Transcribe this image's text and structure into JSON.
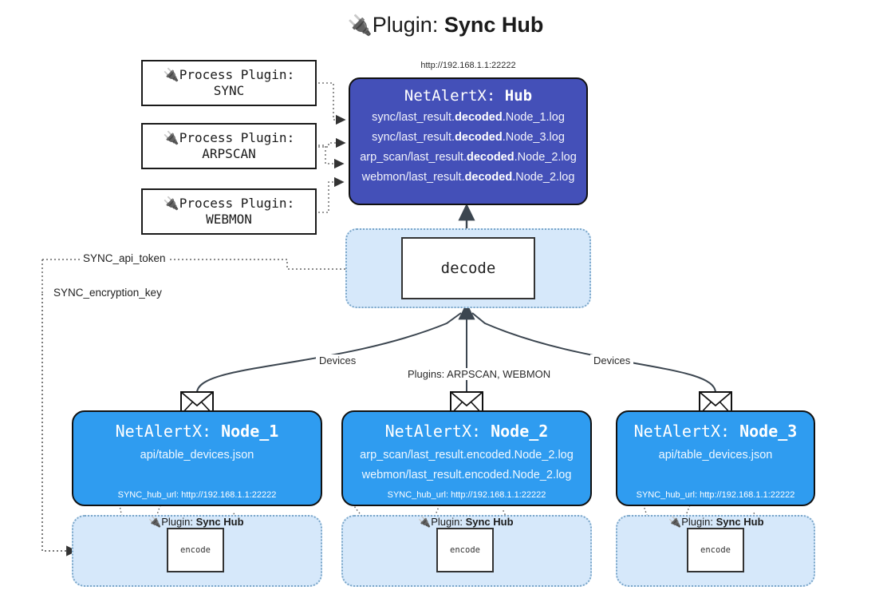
{
  "header": {
    "icon": "plug-icon",
    "prefix": "Plugin: ",
    "title": "Sync Hub"
  },
  "hub": {
    "url": "http://192.168.1.1:22222",
    "title_prefix": "NetAlertX: ",
    "title_name": "Hub",
    "lines": [
      {
        "pre": "sync/last_result.",
        "bold": "decoded",
        "post": ".Node_1.log"
      },
      {
        "pre": "sync/last_result.",
        "bold": "decoded",
        "post": ".Node_3.log"
      },
      {
        "pre": "arp_scan/last_result.",
        "bold": "decoded",
        "post": ".Node_2.log"
      },
      {
        "pre": "webmon/last_result.",
        "bold": "decoded",
        "post": ".Node_2.log"
      }
    ]
  },
  "process_plugins": [
    {
      "line1": "Process Plugin:",
      "line2": "SYNC"
    },
    {
      "line1": "Process Plugin:",
      "line2": "ARPSCAN"
    },
    {
      "line1": "Process Plugin:",
      "line2": "WEBMON"
    }
  ],
  "decode": {
    "label": "decode"
  },
  "tokens": [
    {
      "label": "SYNC_api_token"
    },
    {
      "label": "SYNC_encryption_key"
    }
  ],
  "edge_labels": {
    "devices_left": "Devices",
    "devices_right": "Devices",
    "plugins_center": "Plugins: ARPSCAN, WEBMON"
  },
  "nodes": [
    {
      "title_prefix": "NetAlertX: ",
      "title_name": "Node_1",
      "lines": [
        "api/table_devices.json"
      ],
      "footer": "SYNC_hub_url: http://192.168.1.1:22222",
      "band_label_prefix": "Plugin: ",
      "band_label_name": "Sync Hub",
      "encode_label": "encode",
      "mail_icon": "envelope-icon"
    },
    {
      "title_prefix": "NetAlertX: ",
      "title_name": "Node_2",
      "lines": [
        "arp_scan/last_result.encoded.Node_2.log",
        "webmon/last_result.encoded.Node_2.log"
      ],
      "footer": "SYNC_hub_url: http://192.168.1.1:22222",
      "band_label_prefix": "Plugin: ",
      "band_label_name": "Sync Hub",
      "encode_label": "encode",
      "mail_icon": "envelope-icon"
    },
    {
      "title_prefix": "NetAlertX: ",
      "title_name": "Node_3",
      "lines": [
        "api/table_devices.json"
      ],
      "footer": "SYNC_hub_url: http://192.168.1.1:22222",
      "band_label_prefix": "Plugin: ",
      "band_label_name": "Sync Hub",
      "encode_label": "encode",
      "mail_icon": "envelope-icon"
    }
  ],
  "colors": {
    "hub_fill": "#4450b8",
    "node_fill": "#2f9cf0",
    "band_fill": "#d6e8fa",
    "band_border": "#7aa6c9",
    "stroke": "#333333"
  }
}
